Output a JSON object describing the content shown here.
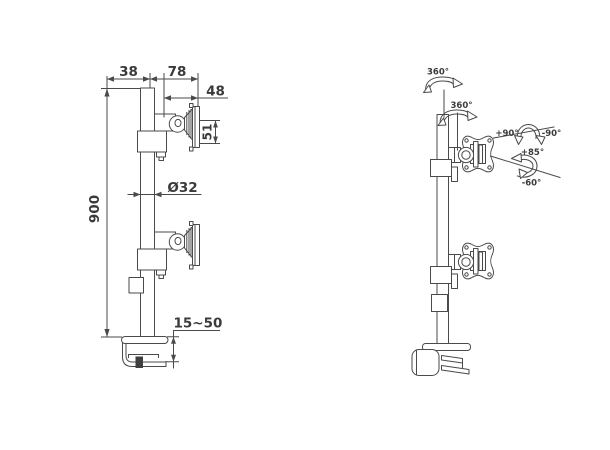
{
  "colors": {
    "background": "#ffffff",
    "line": "#4a4a4a",
    "label_text": "#3a3a3a",
    "screw_fill": "#3f3f3f"
  },
  "left_view": {
    "dim_width_38": "38",
    "dim_reach_78": "78",
    "dim_plate_48": "48",
    "dim_plate_height_51": "51",
    "dim_pole_height_900": "900",
    "dim_pole_diameter": "Ø32",
    "dim_clamp_range": "15~50"
  },
  "right_view": {
    "swivel_pole": "360°",
    "swivel_arm": "360°",
    "rotate_plus": "+90°",
    "rotate_minus": "-90°",
    "tilt_up": "+85°",
    "tilt_down": "-60°"
  }
}
